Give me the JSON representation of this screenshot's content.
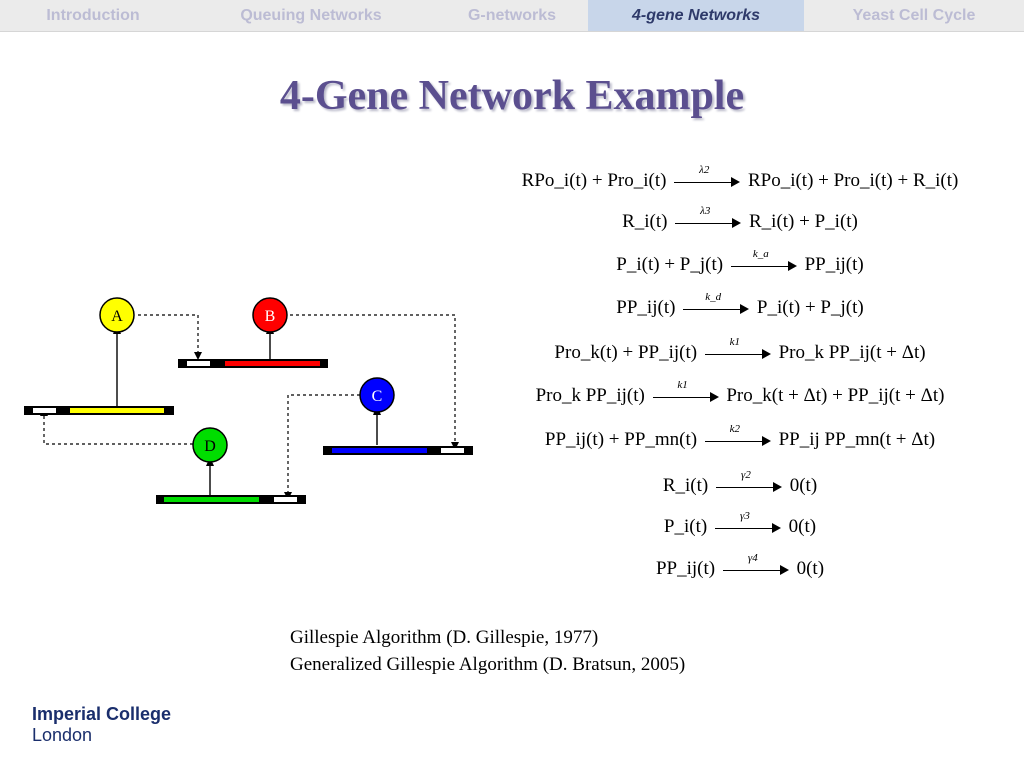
{
  "tabs": [
    {
      "label": "Introduction",
      "active": false
    },
    {
      "label": "Queuing Networks",
      "active": false
    },
    {
      "label": "G-networks",
      "active": false
    },
    {
      "label": "4-gene Networks",
      "active": true
    },
    {
      "label": "Yeast Cell Cycle",
      "active": false
    }
  ],
  "title": "4-Gene Network Example",
  "diagram": {
    "genes": [
      {
        "label": "A",
        "color": "#ffff00"
      },
      {
        "label": "B",
        "color": "#ff0000"
      },
      {
        "label": "C",
        "color": "#0000ff"
      },
      {
        "label": "D",
        "color": "#00dd00"
      }
    ]
  },
  "equations": [
    {
      "lhs": "RPo_i(t) + Pro_i(t)",
      "rate": "λ2",
      "rhs": "RPo_i(t) + Pro_i(t) + R_i(t)"
    },
    {
      "lhs": "R_i(t)",
      "rate": "λ3",
      "rhs": "R_i(t) + P_i(t)"
    },
    {
      "lhs": "P_i(t) + P_j(t)",
      "rate": "k_a",
      "rhs": "PP_ij(t)"
    },
    {
      "lhs": "PP_ij(t)",
      "rate": "k_d",
      "rhs": "P_i(t) + P_j(t)"
    },
    {
      "lhs": "Pro_k(t) + PP_ij(t)",
      "rate": "k1",
      "rhs": "Pro_k PP_ij(t + Δt)"
    },
    {
      "lhs": "Pro_k PP_ij(t)",
      "rate": "k1",
      "rhs": "Pro_k(t + Δt) + PP_ij(t + Δt)"
    },
    {
      "lhs": "PP_ij(t) + PP_mn(t)",
      "rate": "k2",
      "rhs": "PP_ij PP_mn(t + Δt)"
    },
    {
      "lhs": "R_i(t)",
      "rate": "γ2",
      "rhs": "0(t)"
    },
    {
      "lhs": "P_i(t)",
      "rate": "γ3",
      "rhs": "0(t)"
    },
    {
      "lhs": "PP_ij(t)",
      "rate": "γ4",
      "rhs": "0(t)"
    }
  ],
  "references": [
    "Gillespie Algorithm (D. Gillespie, 1977)",
    "Generalized Gillespie Algorithm  (D. Bratsun, 2005)"
  ],
  "logo": {
    "line1": "Imperial College",
    "line2": "London"
  }
}
